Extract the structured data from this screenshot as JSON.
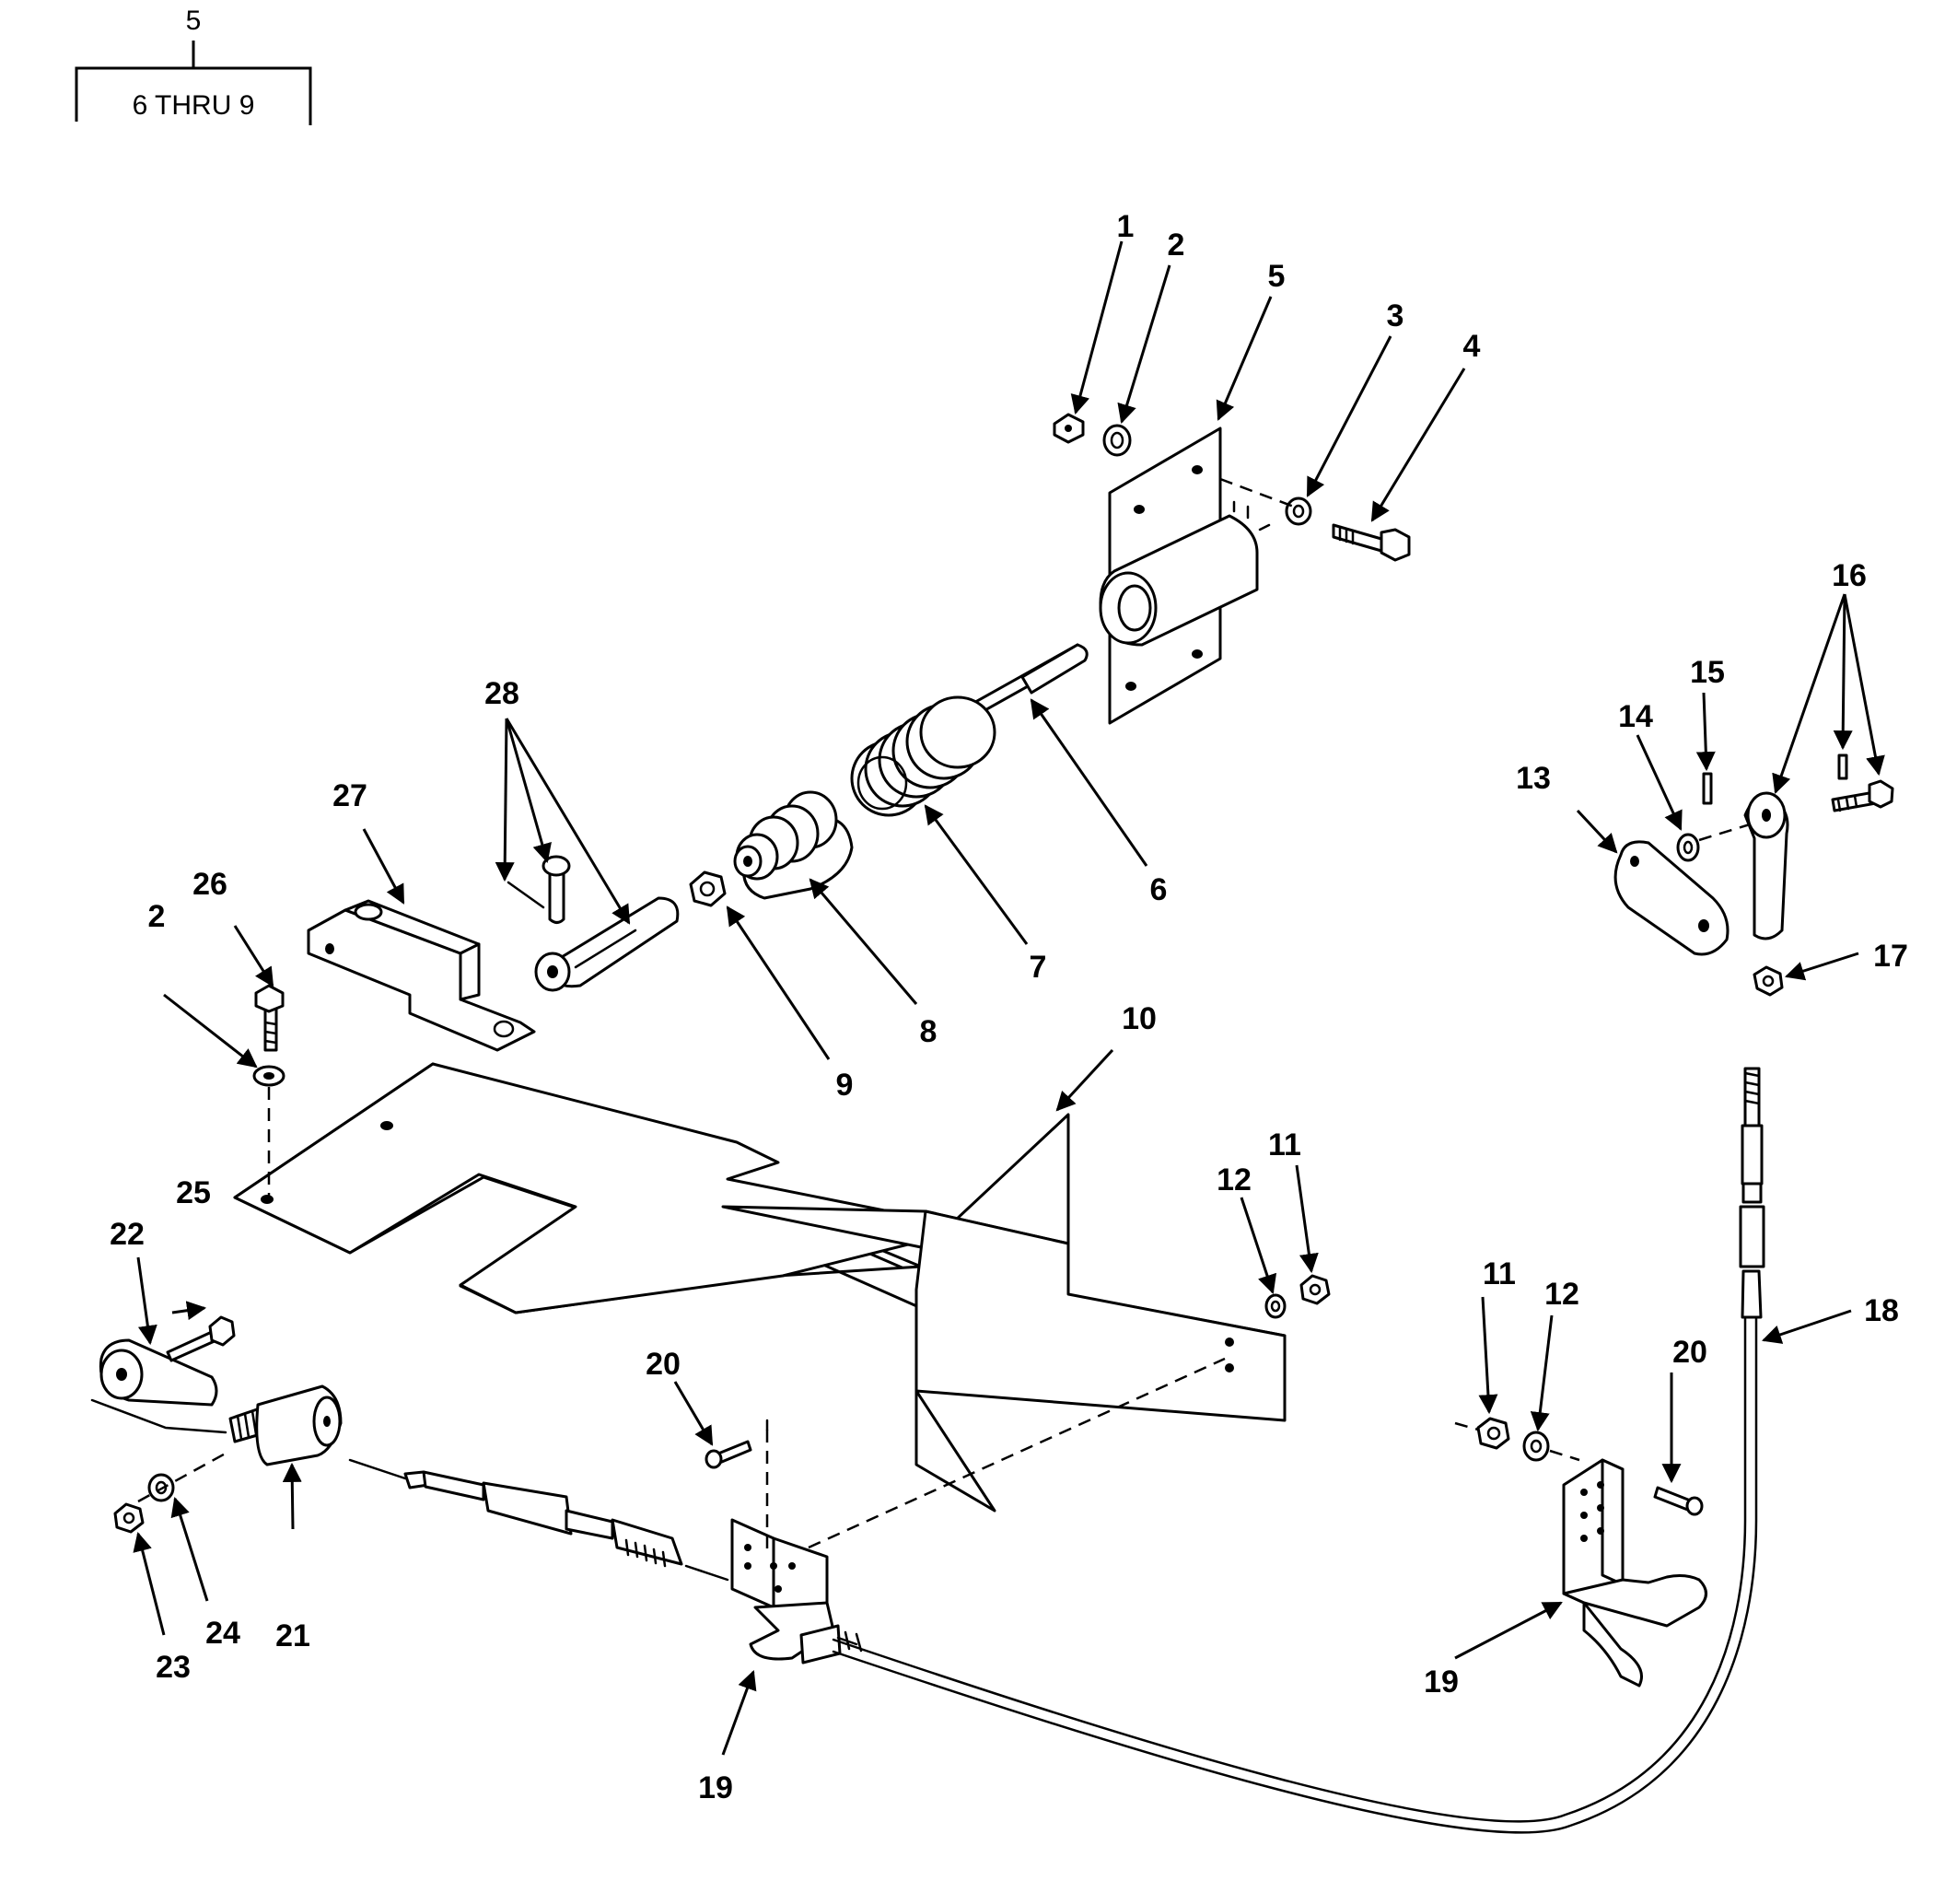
{
  "bracket": {
    "top_label": "5",
    "inner_label": "6 THRU 9"
  },
  "callouts": {
    "c1": "1",
    "c2a": "2",
    "c3": "3",
    "c4": "4",
    "c5": "5",
    "c6": "6",
    "c7": "7",
    "c8": "8",
    "c9": "9",
    "c10": "10",
    "c11a": "11",
    "c12a": "12",
    "c11b": "11",
    "c12b": "12",
    "c13": "13",
    "c14": "14",
    "c15": "15",
    "c16": "16",
    "c17": "17",
    "c18": "18",
    "c19a": "19",
    "c19b": "19",
    "c20a": "20",
    "c20b": "20",
    "c21": "21",
    "c22": "22",
    "c23": "23",
    "c24": "24",
    "c25": "25",
    "c26": "26",
    "c2b": "2",
    "c27": "27",
    "c28": "28"
  }
}
